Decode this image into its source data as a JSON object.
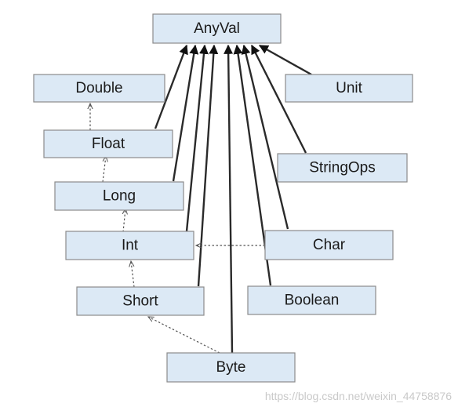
{
  "diagram": {
    "nodes": {
      "anyval": "AnyVal",
      "double": "Double",
      "unit": "Unit",
      "float": "Float",
      "stringops": "StringOps",
      "long": "Long",
      "int": "Int",
      "char": "Char",
      "short": "Short",
      "boolean": "Boolean",
      "byte": "Byte"
    },
    "edges": {
      "solid": [
        "Float",
        "Long",
        "Int",
        "Short",
        "Byte",
        "Char",
        "Boolean",
        "StringOps",
        "Unit"
      ],
      "dashed": [
        [
          "Float",
          "Double"
        ],
        [
          "Long",
          "Float"
        ],
        [
          "Int",
          "Long"
        ],
        [
          "Short",
          "Int"
        ],
        [
          "Byte",
          "Short"
        ],
        [
          "Char",
          "Int"
        ]
      ]
    }
  },
  "watermark": "https://blog.csdn.net/weixin_44758876"
}
